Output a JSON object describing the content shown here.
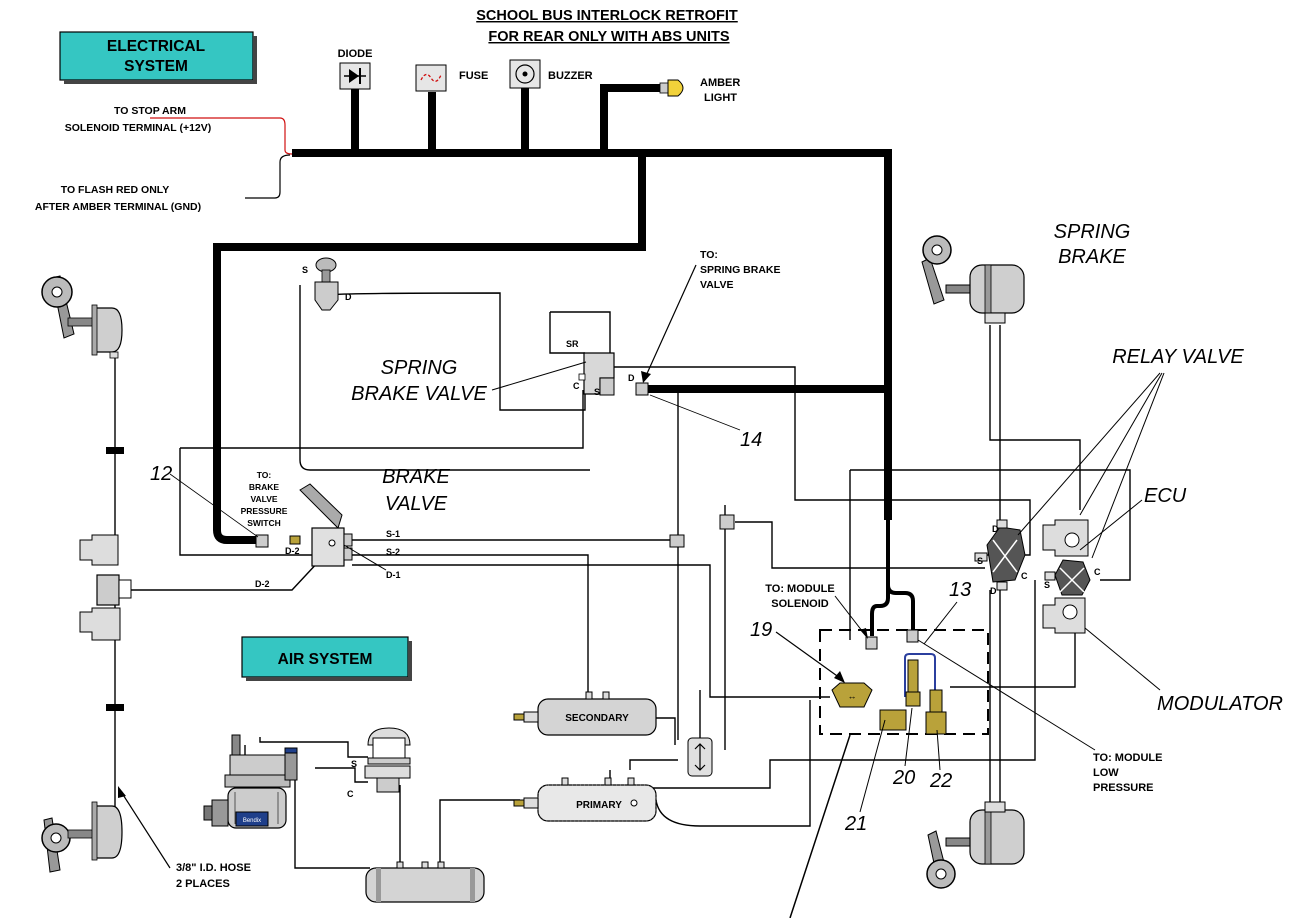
{
  "title": {
    "line1": "SCHOOL BUS INTERLOCK RETROFIT",
    "line2": "FOR REAR ONLY WITH ABS UNITS"
  },
  "sections": {
    "electrical_line1": "ELECTRICAL",
    "electrical_line2": "SYSTEM",
    "air": "AIR SYSTEM"
  },
  "colors": {
    "section_box": "#35c6c2",
    "harness": "#000000",
    "signal_red": "#d01010",
    "solenoid_loop": "#2b3f9e",
    "brass_fitting": "#b9a23a",
    "tank_gray": "#d4d4d4"
  },
  "components": {
    "diode": "DIODE",
    "fuse": "FUSE",
    "buzzer": "BUZZER",
    "amber_line1": "AMBER",
    "amber_line2": "LIGHT",
    "stop_arm_line1": "TO STOP ARM",
    "stop_arm_line2": "SOLENOID TERMINAL (+12V)",
    "flash_line1": "TO FLASH RED ONLY",
    "flash_line2": "AFTER AMBER TERMINAL (GND)",
    "spring_brake_valve_line1": "SPRING",
    "spring_brake_valve_line2": "BRAKE VALVE",
    "brake_valve_line1": "BRAKE",
    "brake_valve_line2": "VALVE",
    "to_sbv_line1": "TO:",
    "to_sbv_line2": "SPRING BRAKE",
    "to_sbv_line3": "VALVE",
    "to_bvps_line1": "TO:",
    "to_bvps_line2": "BRAKE",
    "to_bvps_line3": "VALVE",
    "to_bvps_line4": "PRESSURE",
    "to_bvps_line5": "SWITCH",
    "spring_brake_line1": "SPRING",
    "spring_brake_line2": "BRAKE",
    "relay_valve": "RELAY VALVE",
    "ecu": "ECU",
    "modulator": "MODULATOR",
    "to_module_solenoid_line1": "TO: MODULE",
    "to_module_solenoid_line2": "SOLENOID",
    "to_module_low_line1": "TO: MODULE",
    "to_module_low_line2": "LOW",
    "to_module_low_line3": "PRESSURE",
    "secondary": "SECONDARY",
    "primary": "PRIMARY",
    "hose_line1": "3/8\" I.D. HOSE",
    "hose_line2": "2 PLACES",
    "bendix": "Bendix"
  },
  "callouts": {
    "n12": "12",
    "n13": "13",
    "n14": "14",
    "n19": "19",
    "n20": "20",
    "n21": "21",
    "n22": "22"
  },
  "port_labels": {
    "s": "S",
    "d": "D",
    "sr": "SR",
    "c": "C",
    "s1": "S-1",
    "s2": "S-2",
    "d1": "D-1",
    "d2": "D-2"
  }
}
